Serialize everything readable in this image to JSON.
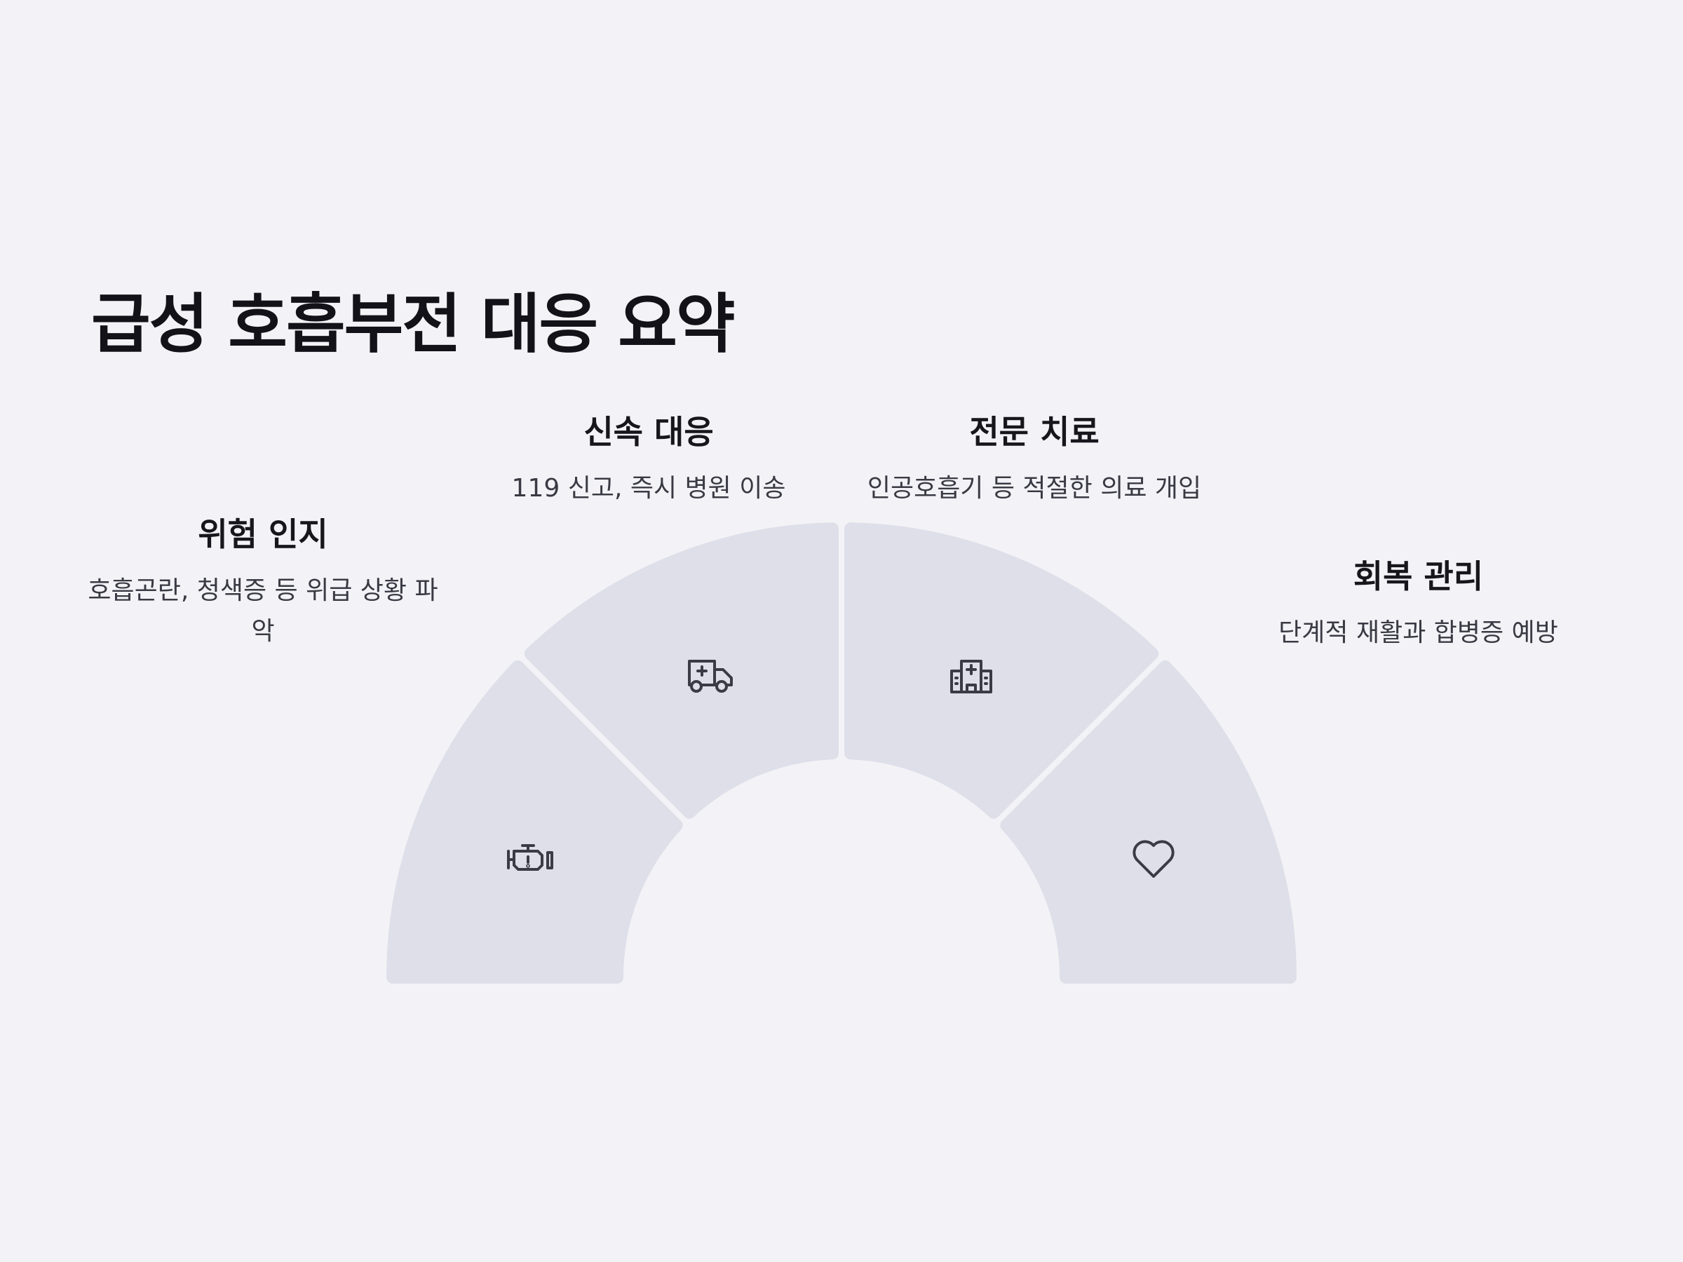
{
  "title": "급성 호흡부전 대응 요약",
  "steps": [
    {
      "title": "위험 인지",
      "description": "호흡곤란, 청색증 등 위급 상황 파악",
      "icon": "engine-warning-icon"
    },
    {
      "title": "신속 대응",
      "description": "119 신고, 즉시 병원 이송",
      "icon": "ambulance-icon"
    },
    {
      "title": "전문 치료",
      "description": "인공호흡기 등 적절한 의료 개입",
      "icon": "hospital-icon"
    },
    {
      "title": "회복 관리",
      "description": "단계적 재활과 합병증 예방",
      "icon": "heart-icon"
    }
  ],
  "colors": {
    "background": "#f3f3f7",
    "segment": "#dfdfea",
    "icon": "#3b3b45",
    "text": "#16161c"
  }
}
